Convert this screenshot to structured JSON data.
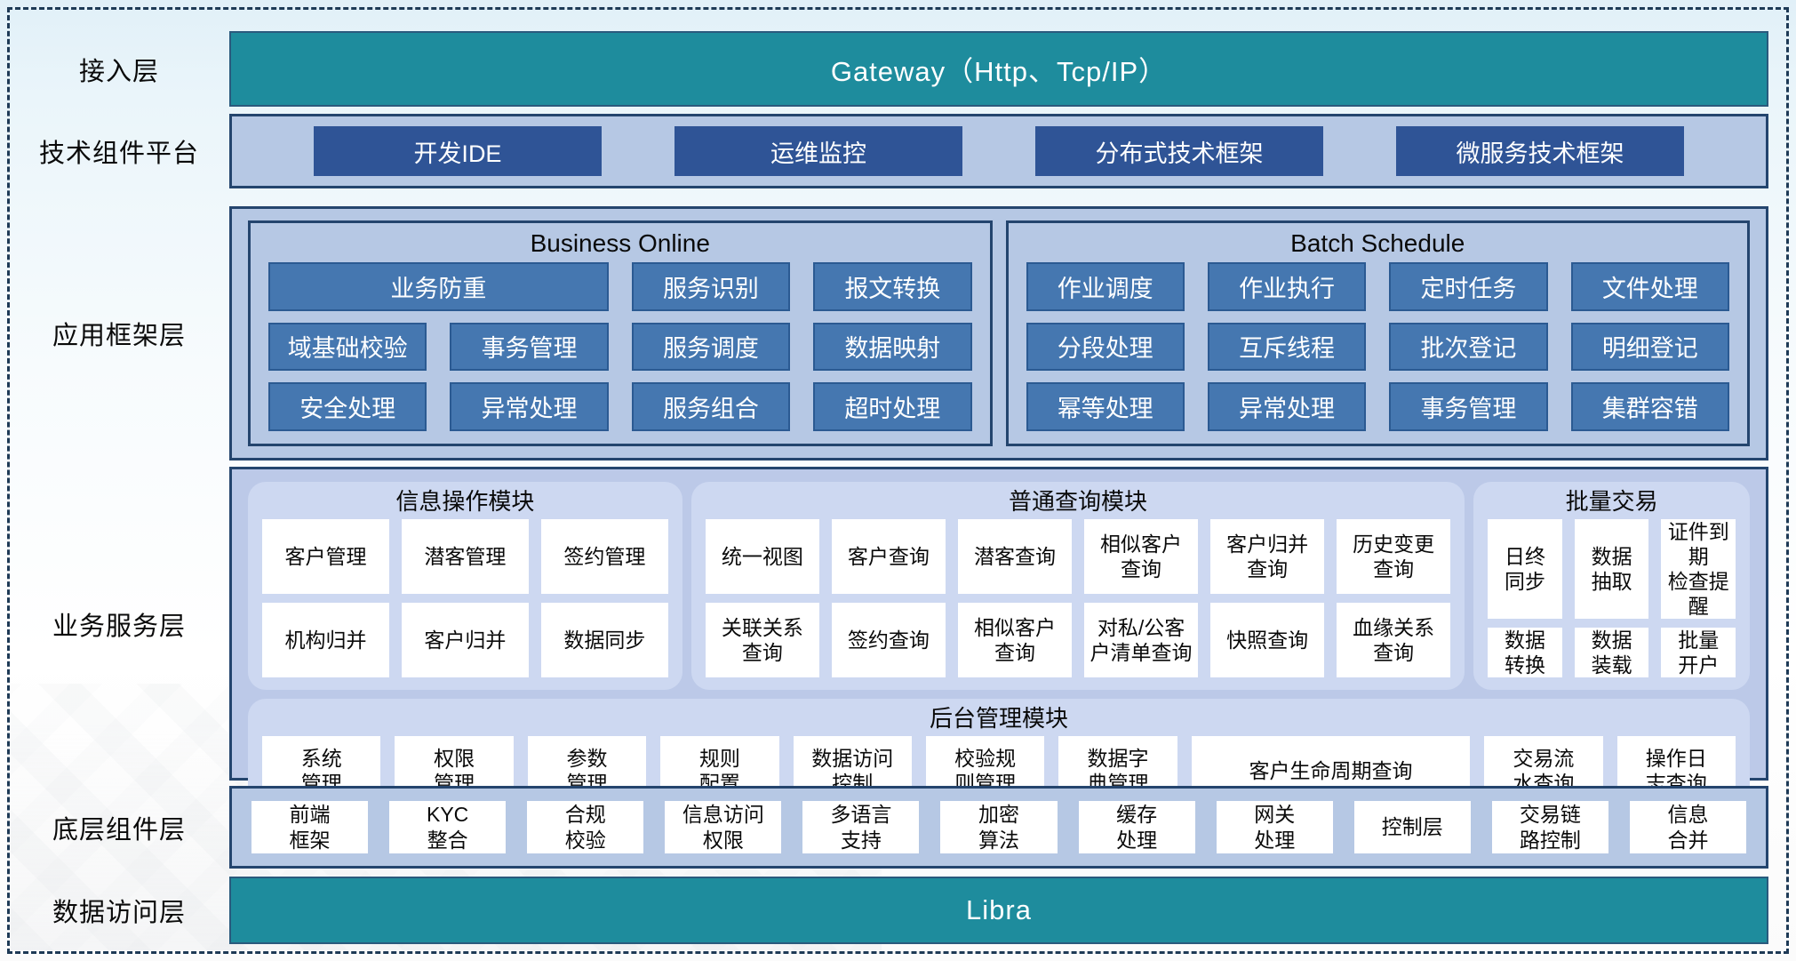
{
  "colors": {
    "teal_bar": "#1e8c9d",
    "navy_button": "#2f5496",
    "steel_button": "#4577b0",
    "light_container": "#b6c8e4",
    "service_container": "#bcc9e8",
    "module_fill": "#cdd8f1",
    "dark_border": "#24456e",
    "dashed_frame": "#1e3a56"
  },
  "layer_labels": {
    "access": "接入层",
    "tech": "技术组件平台",
    "app": "应用框架层",
    "service": "业务服务层",
    "bottom": "底层组件层",
    "data": "数据访问层"
  },
  "access": {
    "title": "Gateway（Http、Tcp/IP）"
  },
  "tech_platform": {
    "items": [
      "开发IDE",
      "运维监控",
      "分布式技术框架",
      "微服务技术框架"
    ]
  },
  "app_framework": {
    "business_online": {
      "title": "Business Online",
      "buttons": [
        "业务防重",
        "服务识别",
        "报文转换",
        "域基础校验",
        "事务管理",
        "服务调度",
        "数据映射",
        "安全处理",
        "异常处理",
        "服务组合",
        "超时处理"
      ]
    },
    "batch_schedule": {
      "title": "Batch Schedule",
      "buttons": [
        "作业调度",
        "作业执行",
        "定时任务",
        "文件处理",
        "分段处理",
        "互斥线程",
        "批次登记",
        "明细登记",
        "幂等处理",
        "异常处理",
        "事务管理",
        "集群容错"
      ]
    }
  },
  "business_service": {
    "info_module": {
      "title": "信息操作模块",
      "items": [
        "客户管理",
        "潜客管理",
        "签约管理",
        "机构归并",
        "客户归并",
        "数据同步"
      ]
    },
    "query_module": {
      "title": "普通查询模块",
      "items": [
        "统一视图",
        "客户查询",
        "潜客查询",
        "相似客户\n查询",
        "客户归并\n查询",
        "历史变更\n查询",
        "关联关系\n查询",
        "签约查询",
        "相似客户\n查询",
        "对私/公客\n户清单查询",
        "快照查询",
        "血缘关系\n查询"
      ]
    },
    "batch_trade": {
      "title": "批量交易",
      "items": [
        "日终\n同步",
        "数据\n抽取",
        "证件到期\n检查提醒",
        "数据\n转换",
        "数据\n装载",
        "批量\n开户"
      ]
    },
    "admin_module": {
      "title": "后台管理模块",
      "items": [
        "系统\n管理",
        "权限\n管理",
        "参数\n管理",
        "规则\n配置",
        "数据访问\n控制",
        "校验规\n则管理",
        "数据字\n典管理",
        "客户生命周期查询",
        "交易流\n水查询",
        "操作日\n志查询"
      ]
    }
  },
  "base_components": {
    "items": [
      "前端\n框架",
      "KYC\n整合",
      "合规\n校验",
      "信息访问\n权限",
      "多语言\n支持",
      "加密\n算法",
      "缓存\n处理",
      "网关\n处理",
      "控制层",
      "交易链\n路控制",
      "信息\n合并"
    ]
  },
  "data_access": {
    "title": "Libra"
  }
}
